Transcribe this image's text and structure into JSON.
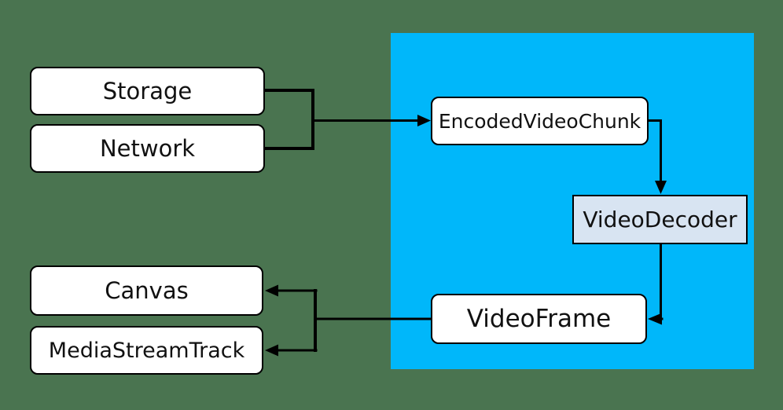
{
  "colors": {
    "background": "#4a7450",
    "panel": "#00b7fa",
    "box_fill": "#ffffff",
    "box_border": "#000000",
    "decoder_fill": "#d8e4f2",
    "line": "#000000",
    "text": "#111111"
  },
  "nodes": {
    "storage": {
      "label": "Storage"
    },
    "network": {
      "label": "Network"
    },
    "encoded_video_chunk": {
      "label": "EncodedVideoChunk"
    },
    "video_decoder": {
      "label": "VideoDecoder"
    },
    "video_frame": {
      "label": "VideoFrame"
    },
    "canvas": {
      "label": "Canvas"
    },
    "media_stream_track": {
      "label": "MediaStreamTrack"
    }
  },
  "edges": [
    {
      "from": "storage",
      "to": "encoded_video_chunk"
    },
    {
      "from": "network",
      "to": "encoded_video_chunk"
    },
    {
      "from": "encoded_video_chunk",
      "to": "video_decoder"
    },
    {
      "from": "video_decoder",
      "to": "video_frame"
    },
    {
      "from": "video_frame",
      "to": "canvas"
    },
    {
      "from": "video_frame",
      "to": "media_stream_track"
    }
  ]
}
